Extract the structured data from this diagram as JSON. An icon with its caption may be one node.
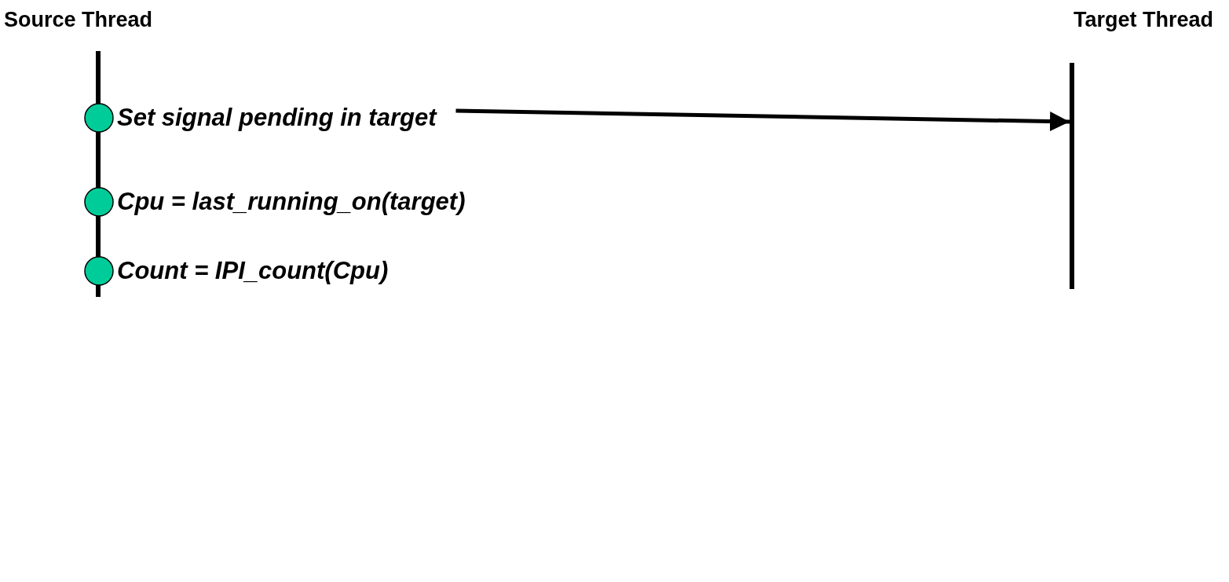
{
  "diagram": {
    "nodes": [
      {
        "text": [
          "Source Thread"
        ]
      },
      {
        "text": [
          "Target Thread"
        ]
      },
      {
        "text": [
          "Set signal pending in target"
        ]
      },
      {
        "text": [
          "Cpu = last_running_on(target)"
        ]
      },
      {
        "text": [
          "Count = IPI_count(Cpu)"
        ]
      }
    ],
    "edges": [
      {
        "from": 2,
        "to": 1,
        "arrow": "to"
      }
    ]
  }
}
